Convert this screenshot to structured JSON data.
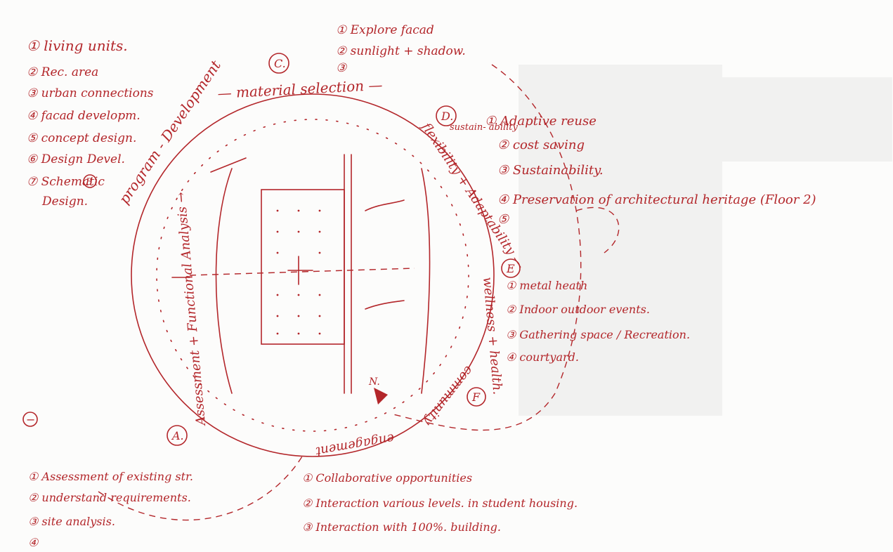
{
  "circles": {
    "C": "C.",
    "D": "D.",
    "E": "E",
    "F": "F",
    "A": "A.",
    "B": "B",
    "minus": "−"
  },
  "lists": {
    "living": [
      "① living units.",
      "② Rec. area",
      "③ urban connections",
      "④ facad developm.",
      "⑤ concept design.",
      "⑥ Design Devel.",
      "⑦ Schematic",
      "Design."
    ],
    "explore": [
      "① Explore facad",
      "② sunlight + shadow.",
      "③"
    ],
    "adaptive": [
      "① Adaptive reuse",
      "② cost saving",
      "③ Sustainability.",
      "④ Preservation of architectural heritage (Floor 2)",
      "⑤"
    ],
    "wellness": [
      "① metal heath",
      "② Indoor outdoor events.",
      "③ Gathering space / Recreation.",
      "④ courtyard."
    ],
    "assessment": [
      "① Assessment of existing str.",
      "② understand requirements.",
      "③ site analysis.",
      "④"
    ],
    "collab": [
      "① Collaborative opportunities",
      "② Interaction various levels. in student housing.",
      "③ Interaction with 100%. building."
    ]
  },
  "ring": {
    "program": "program - Development",
    "material": "— material selection —",
    "flexibility": "flexibility + Adaptability —",
    "sustain": "sustain- ability",
    "wellness": "wellness + health.",
    "community": "community",
    "engagement": "engagement",
    "assessment": "Assessment + Functional Analysis →"
  },
  "north": "N."
}
